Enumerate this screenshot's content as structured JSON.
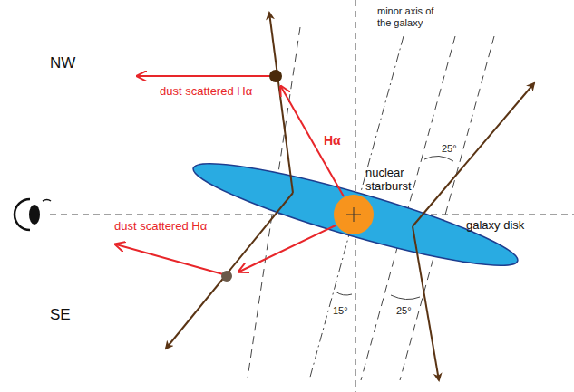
{
  "diagram": {
    "nodes": [
      {
        "text": [
          "galaxy disk"
        ]
      },
      {
        "text": [
          "nuclear starburst"
        ],
        "in": 0
      }
    ],
    "labels": [
      "minor axis of the galaxy",
      "NW",
      "dust scattered Hα",
      "Hα",
      "25°",
      "dust scattered Hα",
      "15°",
      "25°",
      "SE"
    ]
  }
}
